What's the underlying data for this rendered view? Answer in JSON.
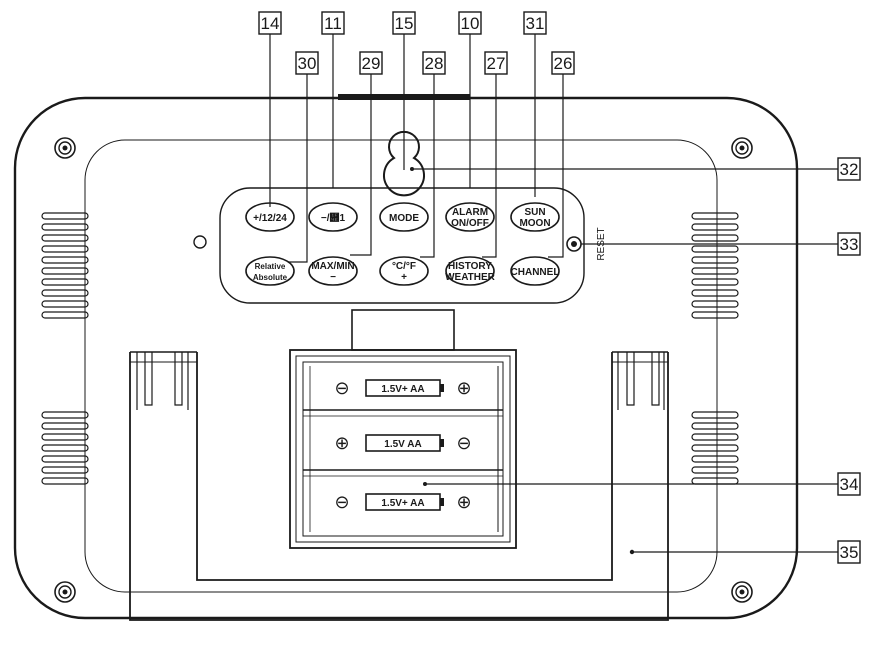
{
  "diagram": {
    "callouts_top": [
      "14",
      "11",
      "15",
      "10",
      "31"
    ],
    "callouts_second": [
      "30",
      "29",
      "28",
      "27",
      "26"
    ],
    "callouts_right": [
      "32",
      "33",
      "34",
      "35"
    ],
    "buttons_row1": [
      {
        "line1": "+/12/24",
        "line2": ""
      },
      {
        "line1": "−/὎1",
        "line2": ""
      },
      {
        "line1": "MODE",
        "line2": ""
      },
      {
        "line1": "ALARM",
        "line2": "ON/OFF"
      },
      {
        "line1": "SUN",
        "line2": "MOON"
      }
    ],
    "buttons_row2": [
      {
        "line1": "Relative",
        "line2": "Absolute"
      },
      {
        "line1": "MAX/MIN",
        "line2": "−"
      },
      {
        "line1": "°C/°F",
        "line2": "+"
      },
      {
        "line1": "HISTORY",
        "line2": "WEATHER"
      },
      {
        "line1": "CHANNEL",
        "line2": ""
      }
    ],
    "reset_label": "RESET",
    "batteries": [
      {
        "left": "⊖",
        "label": "1.5V+ AA",
        "right": "⊕"
      },
      {
        "left": "⊕",
        "label": "1.5V  AA",
        "right": "⊖"
      },
      {
        "left": "⊖",
        "label": "1.5V+ AA",
        "right": "⊕"
      }
    ]
  }
}
